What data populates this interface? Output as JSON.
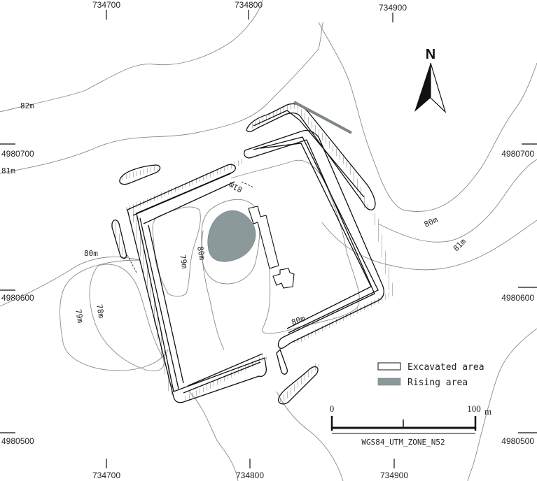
{
  "grid": {
    "top_ticks": [
      "734700",
      "734800",
      "734900"
    ],
    "bottom_ticks": [
      "734700",
      "734800",
      "734900"
    ],
    "left_ticks": [
      "4980700",
      "4980600",
      "4980500"
    ],
    "right_ticks": [
      "4980700",
      "4980600",
      "4980500"
    ]
  },
  "contour_labels": {
    "c82": "82m",
    "c81_left": "81m",
    "c80_left": "80m",
    "c79_left": "79m",
    "c78_left": "78m",
    "c81_inner": "81m",
    "c79_inner": "79m",
    "c80_inner": "80m",
    "c80_bottom": "80m",
    "c80_right": "80m",
    "c81_right": "81m"
  },
  "north_arrow": {
    "letter": "N"
  },
  "legend": {
    "items": [
      {
        "label": "Excavated area",
        "fill": "#ffffff"
      },
      {
        "label": "Rising area",
        "fill": "#8c999b"
      }
    ]
  },
  "scale_bar": {
    "start_label": "0",
    "end_label": "100",
    "unit": "m",
    "crs": "WGS84_UTM_ZONE_N52"
  },
  "colors": {
    "rising_area": "#8c999b",
    "contour": "#8a8a8a",
    "wall": "#111111"
  }
}
